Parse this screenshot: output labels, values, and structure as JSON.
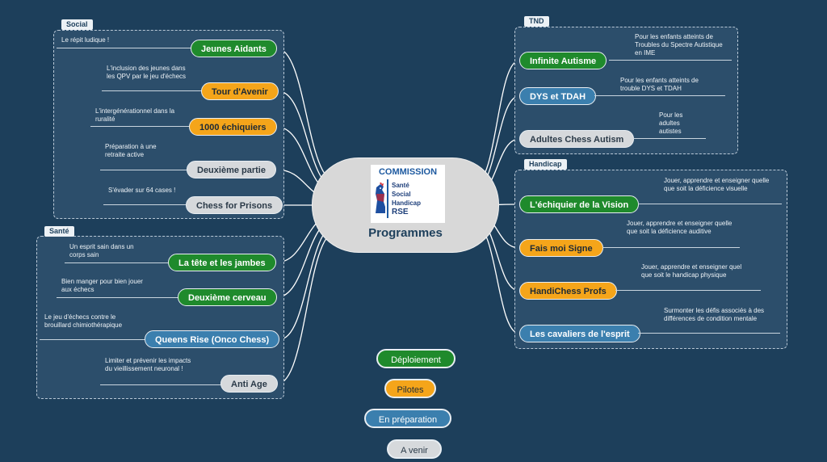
{
  "colors": {
    "background": "#1d3f5b",
    "green": "#1f8a2c",
    "orange": "#f5a51a",
    "blue": "#3b7fae",
    "grey": "#d6d9dc"
  },
  "central": {
    "header": "COMMISSION",
    "words": [
      "Santé",
      "Social",
      "Handicap",
      "RSE"
    ],
    "label": "Programmes"
  },
  "groups": {
    "social": {
      "tag": "Social",
      "items": [
        {
          "label": "Jeunes Aidants",
          "note": "Le répit ludique !",
          "status": "green"
        },
        {
          "label": "Tour d'Avenir",
          "note": "L'inclusion des jeunes dans les QPV par le jeu d'échecs",
          "status": "orange"
        },
        {
          "label": "1000 échiquiers",
          "note": "L'intergénérationnel dans la ruralité",
          "status": "orange"
        },
        {
          "label": "Deuxième partie",
          "note": "Préparation à une retraite active",
          "status": "grey"
        },
        {
          "label": "Chess for Prisons",
          "note": "S'évader sur 64 cases !",
          "status": "grey"
        }
      ]
    },
    "sante": {
      "tag": "Santé",
      "items": [
        {
          "label": "La tête et les jambes",
          "note": "Un esprit sain dans un corps sain",
          "status": "green"
        },
        {
          "label": "Deuxième cerveau",
          "note": "Bien manger pour bien jouer aux échecs",
          "status": "green"
        },
        {
          "label": "Queens Rise (Onco Chess)",
          "note": "Le jeu d'échecs contre le brouillard chimiothérapique",
          "status": "blue"
        },
        {
          "label": "Anti Age",
          "note": "Limiter et prévenir les impacts du vieillissement neuronal !",
          "status": "grey"
        }
      ]
    },
    "tnd": {
      "tag": "TND",
      "items": [
        {
          "label": "Infinite Autisme",
          "note": "Pour les enfants atteints de Troubles du Spectre Autistique en IME",
          "status": "green"
        },
        {
          "label": "DYS et TDAH",
          "note": "Pour les enfants atteints de trouble DYS et TDAH",
          "status": "blue"
        },
        {
          "label": "Adultes Chess Autism",
          "note": "Pour les adultes autistes",
          "status": "grey"
        }
      ]
    },
    "handicap": {
      "tag": "Handicap",
      "items": [
        {
          "label": "L'échiquier de la Vision",
          "note": "Jouer, apprendre et enseigner quelle que soit la  déficience visuelle",
          "status": "green"
        },
        {
          "label": "Fais moi Signe",
          "note": "Jouer, apprendre et enseigner quelle que soit la  déficience auditive",
          "status": "orange"
        },
        {
          "label": "HandiChess Profs",
          "note": "Jouer, apprendre et enseigner quel que soit le handicap physique",
          "status": "orange"
        },
        {
          "label": "Les cavaliers de l'esprit",
          "note": "Surmonter les défis associés à des différences de condition mentale",
          "status": "blue"
        }
      ]
    }
  },
  "legend": [
    {
      "label": "Déploiement",
      "status": "green"
    },
    {
      "label": "Pilotes",
      "status": "orange"
    },
    {
      "label": "En préparation",
      "status": "blue"
    },
    {
      "label": "A venir",
      "status": "grey"
    }
  ]
}
